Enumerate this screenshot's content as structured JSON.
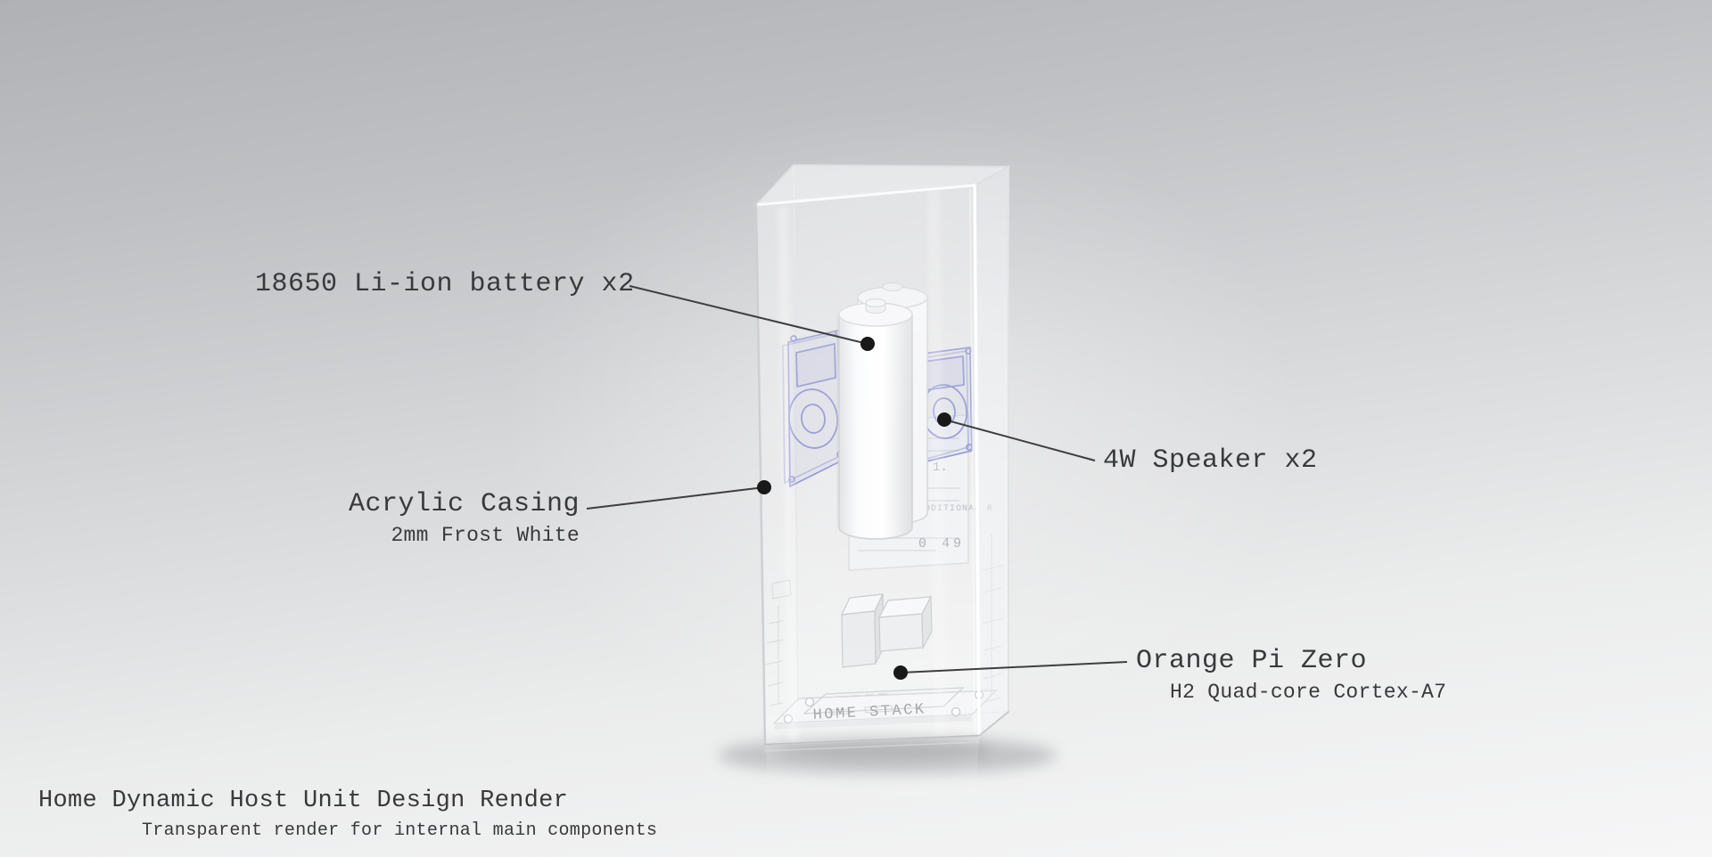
{
  "scene": {
    "title": "Home Dynamic Host Unit Design Render",
    "subtitle": "Transparent render for internal main components"
  },
  "callouts": {
    "battery": {
      "label": "18650 Li-ion battery x2"
    },
    "speaker": {
      "label": "4W Speaker x2"
    },
    "casing": {
      "label": "Acrylic Casing",
      "sub": "2mm Frost White"
    },
    "board": {
      "label": "Orange Pi Zero",
      "sub": "H2 Quad-core Cortex-A7"
    }
  },
  "render": {
    "base_engraving": "HOME STACK",
    "receipt": {
      "line1": "1.",
      "line2": "0 49",
      "line3": "ADDITIONAL R"
    }
  },
  "colors": {
    "label_text": "#39393b",
    "leader_line": "#3e3e40",
    "leader_dot": "#19191a",
    "speaker_wireframe": "#7e84c8",
    "background_top": "#afb1b4",
    "background_bottom": "#f6f6f7"
  }
}
